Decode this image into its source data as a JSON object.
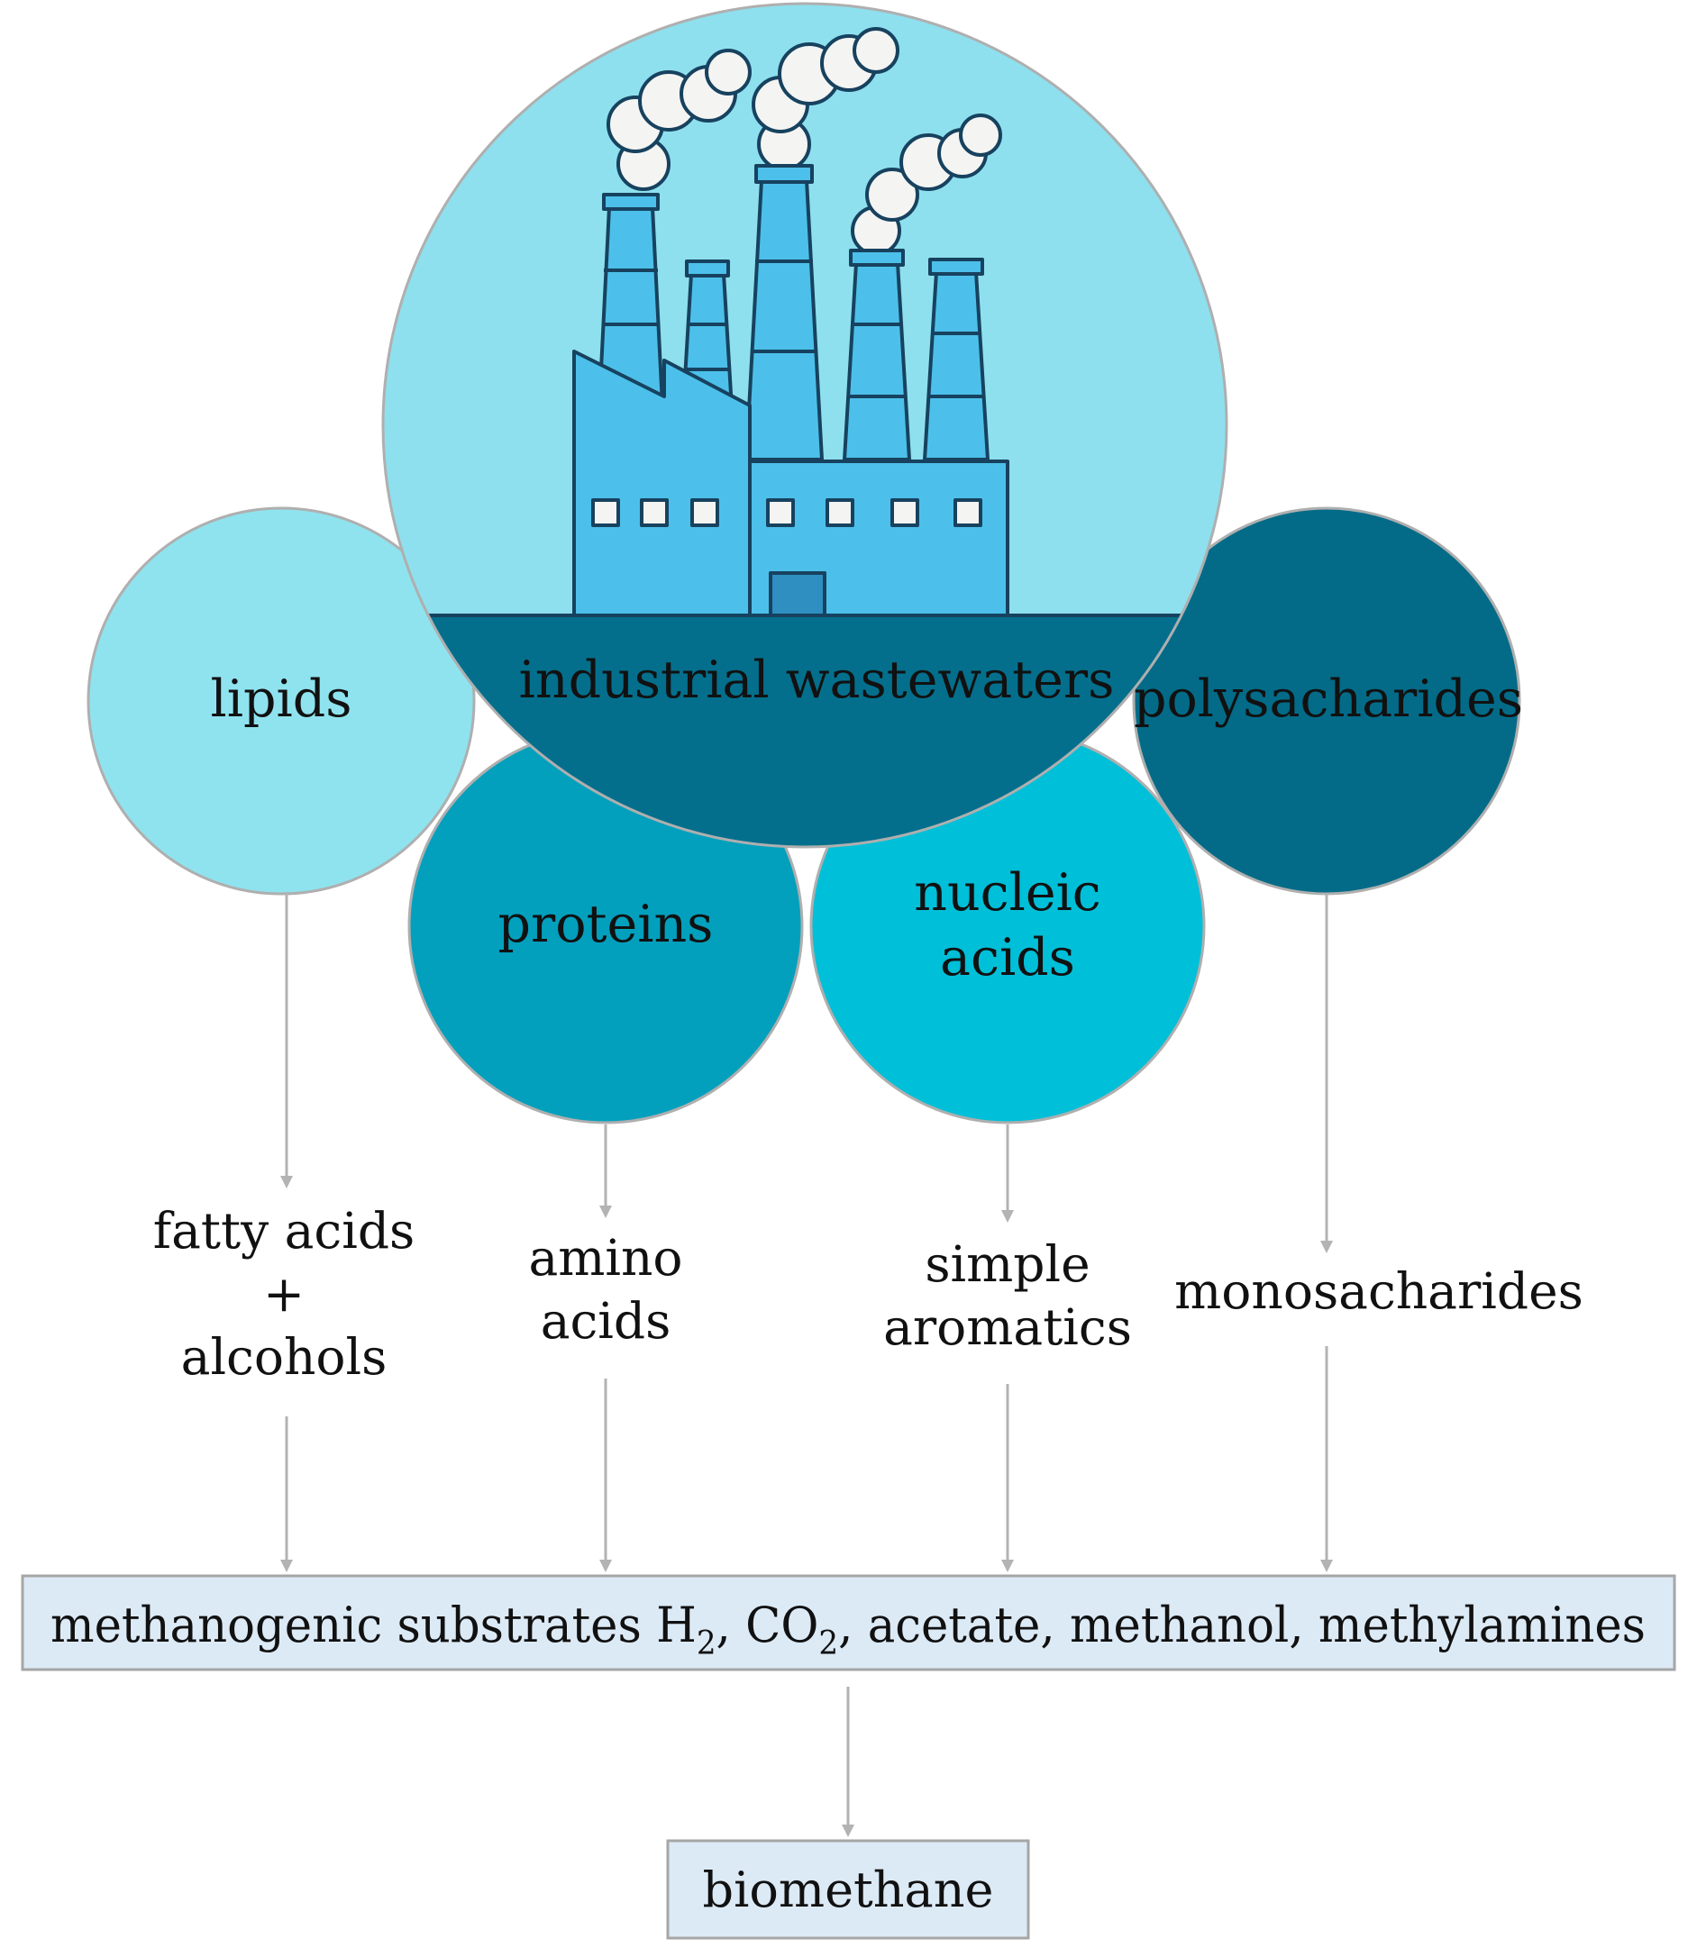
{
  "source": {
    "label": "industrial wastewaters",
    "icon": "factory-icon",
    "colors": {
      "sky": "#8EE0EE",
      "water": "#046F8C",
      "building": "#4CC0EA",
      "outline": "#17425F"
    }
  },
  "components": [
    {
      "name": "lipids",
      "lines": [
        "lipids"
      ],
      "color": "#8FE3EF"
    },
    {
      "name": "proteins",
      "lines": [
        "proteins"
      ],
      "color": "#02A0BD"
    },
    {
      "name": "nucleic-acids",
      "lines": [
        "nucleic",
        "acids"
      ],
      "color": "#00BFD8"
    },
    {
      "name": "polysacharides",
      "lines": [
        "polysacharides"
      ],
      "color": "#036B88"
    }
  ],
  "products": [
    {
      "name": "fatty-acids-alcohols",
      "lines": [
        "fatty acids",
        "+",
        "alcohols"
      ]
    },
    {
      "name": "amino-acids",
      "lines": [
        "amino",
        "acids"
      ]
    },
    {
      "name": "simple-aromatics",
      "lines": [
        "simple",
        "aromatics"
      ]
    },
    {
      "name": "monosacharides",
      "lines": [
        "monosacharides"
      ]
    }
  ],
  "substrates_box": {
    "prefix": "methanogenic substrates H",
    "h2_sub": "2",
    "sep": ", CO",
    "co2_sub": "2",
    "suffix": ", acetate, methanol, methylamines",
    "fill": "#DCEAF6"
  },
  "final_box": {
    "label": "biomethane",
    "fill": "#DCEAF6"
  },
  "arrow_color": "#B3B3B3"
}
